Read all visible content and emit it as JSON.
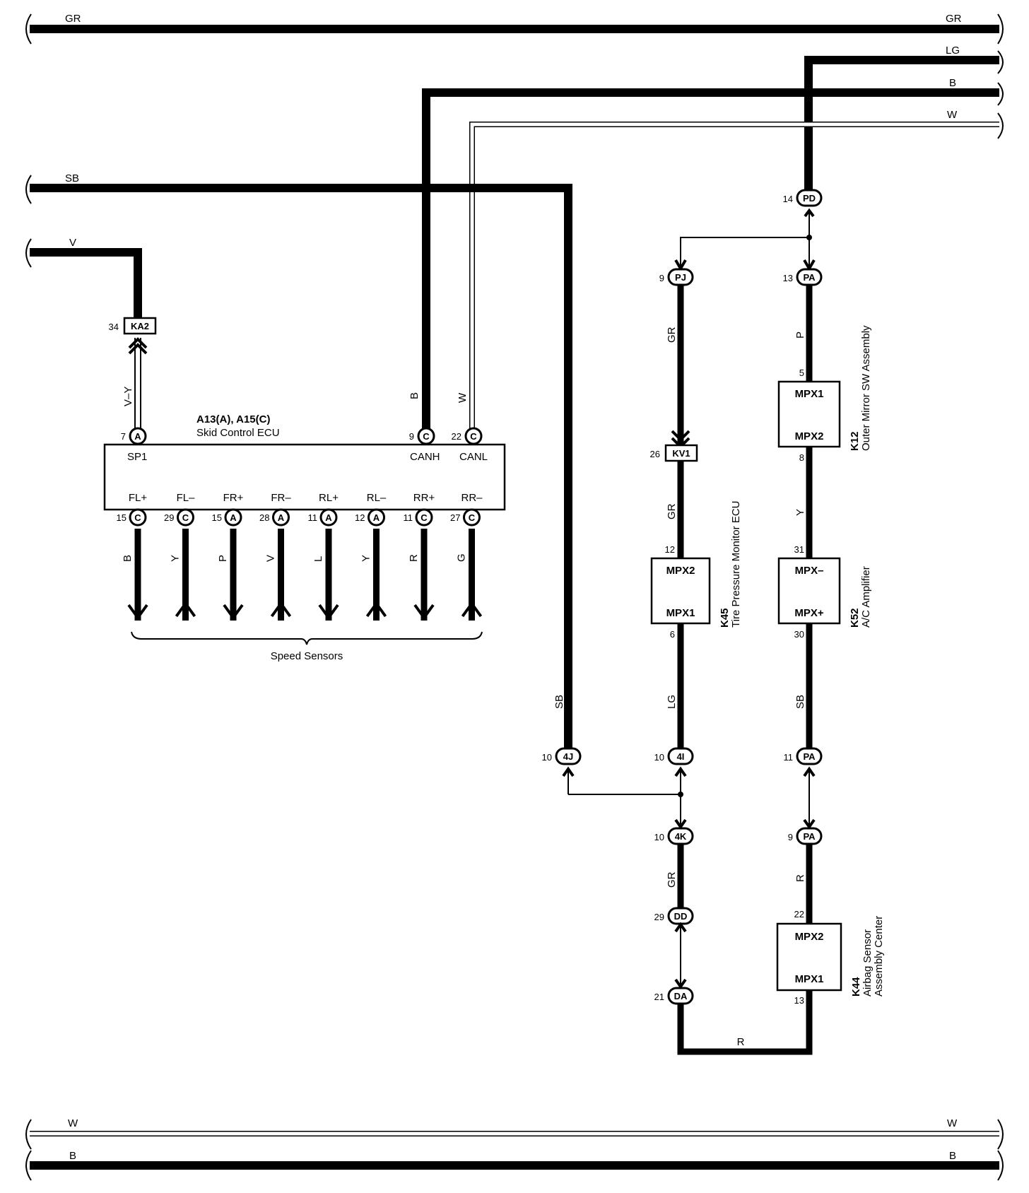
{
  "bus_wires": {
    "top_gr_left": "GR",
    "top_gr_right": "GR",
    "lg_right": "LG",
    "b_right": "B",
    "w_right": "W",
    "sb_left": "SB",
    "v_left": "V",
    "bottom_w_left": "W",
    "bottom_w_right": "W",
    "bottom_b_left": "B",
    "bottom_b_right": "B"
  },
  "skid_ecu": {
    "codes": "A13(A), A15(C)",
    "name": "Skid Control ECU",
    "top_pins": [
      {
        "num": "7",
        "conn": "A",
        "label": "SP1",
        "wire": "V–Y"
      },
      {
        "num": "9",
        "conn": "C",
        "label": "CANH",
        "wire": "B"
      },
      {
        "num": "22",
        "conn": "C",
        "label": "CANL",
        "wire": "W"
      }
    ],
    "bottom_pins": [
      {
        "num": "15",
        "conn": "C",
        "label": "FL+",
        "wire": "B"
      },
      {
        "num": "29",
        "conn": "C",
        "label": "FL–",
        "wire": "Y"
      },
      {
        "num": "15",
        "conn": "A",
        "label": "FR+",
        "wire": "P"
      },
      {
        "num": "28",
        "conn": "A",
        "label": "FR–",
        "wire": "V"
      },
      {
        "num": "11",
        "conn": "A",
        "label": "RL+",
        "wire": "L"
      },
      {
        "num": "12",
        "conn": "A",
        "label": "RL–",
        "wire": "Y"
      },
      {
        "num": "11",
        "conn": "C",
        "label": "RR+",
        "wire": "R"
      },
      {
        "num": "27",
        "conn": "C",
        "label": "RR–",
        "wire": "G"
      }
    ],
    "speed_sensors": "Speed Sensors"
  },
  "connectors": {
    "ka2": {
      "num": "34",
      "label": "KA2"
    },
    "kv1": {
      "num": "26",
      "label": "KV1"
    },
    "pd": {
      "num": "14",
      "label": "PD"
    },
    "pj": {
      "num": "9",
      "label": "PJ"
    },
    "pa13": {
      "num": "13",
      "label": "PA"
    },
    "j4j": {
      "num": "10",
      "label": "4J"
    },
    "j4i": {
      "num": "10",
      "label": "4I"
    },
    "pa11": {
      "num": "11",
      "label": "PA"
    },
    "j4k": {
      "num": "10",
      "label": "4K"
    },
    "pa9": {
      "num": "9",
      "label": "PA"
    },
    "dd": {
      "num": "29",
      "label": "DD"
    },
    "da": {
      "num": "21",
      "label": "DA"
    }
  },
  "wire_labels": {
    "sb_vertical": "SB",
    "gr_pj": "GR",
    "gr_kv1": "GR",
    "lg_k45": "LG",
    "gr_4k": "GR",
    "p_k12": "P",
    "y_k12": "Y",
    "sb_k52": "SB",
    "r_k44": "R",
    "r_bottom": "R"
  },
  "components": {
    "k45": {
      "code": "K45",
      "name": "Tire Pressure Monitor ECU",
      "top": "MPX2",
      "bottom": "MPX1",
      "pin_top": "12",
      "pin_bottom": "6"
    },
    "k12": {
      "code": "K12",
      "name": "Outer Mirror SW Assembly",
      "top": "MPX1",
      "bottom": "MPX2",
      "pin_top": "5",
      "pin_bottom": "8"
    },
    "k52": {
      "code": "K52",
      "name": "A/C Amplifier",
      "top": "MPX–",
      "bottom": "MPX+",
      "pin_top": "31",
      "pin_bottom": "30"
    },
    "k44": {
      "code": "K44",
      "name_line1": "Airbag Sensor",
      "name_line2": "Assembly Center",
      "top": "MPX2",
      "bottom": "MPX1",
      "pin_top": "22",
      "pin_bottom": "13"
    }
  }
}
